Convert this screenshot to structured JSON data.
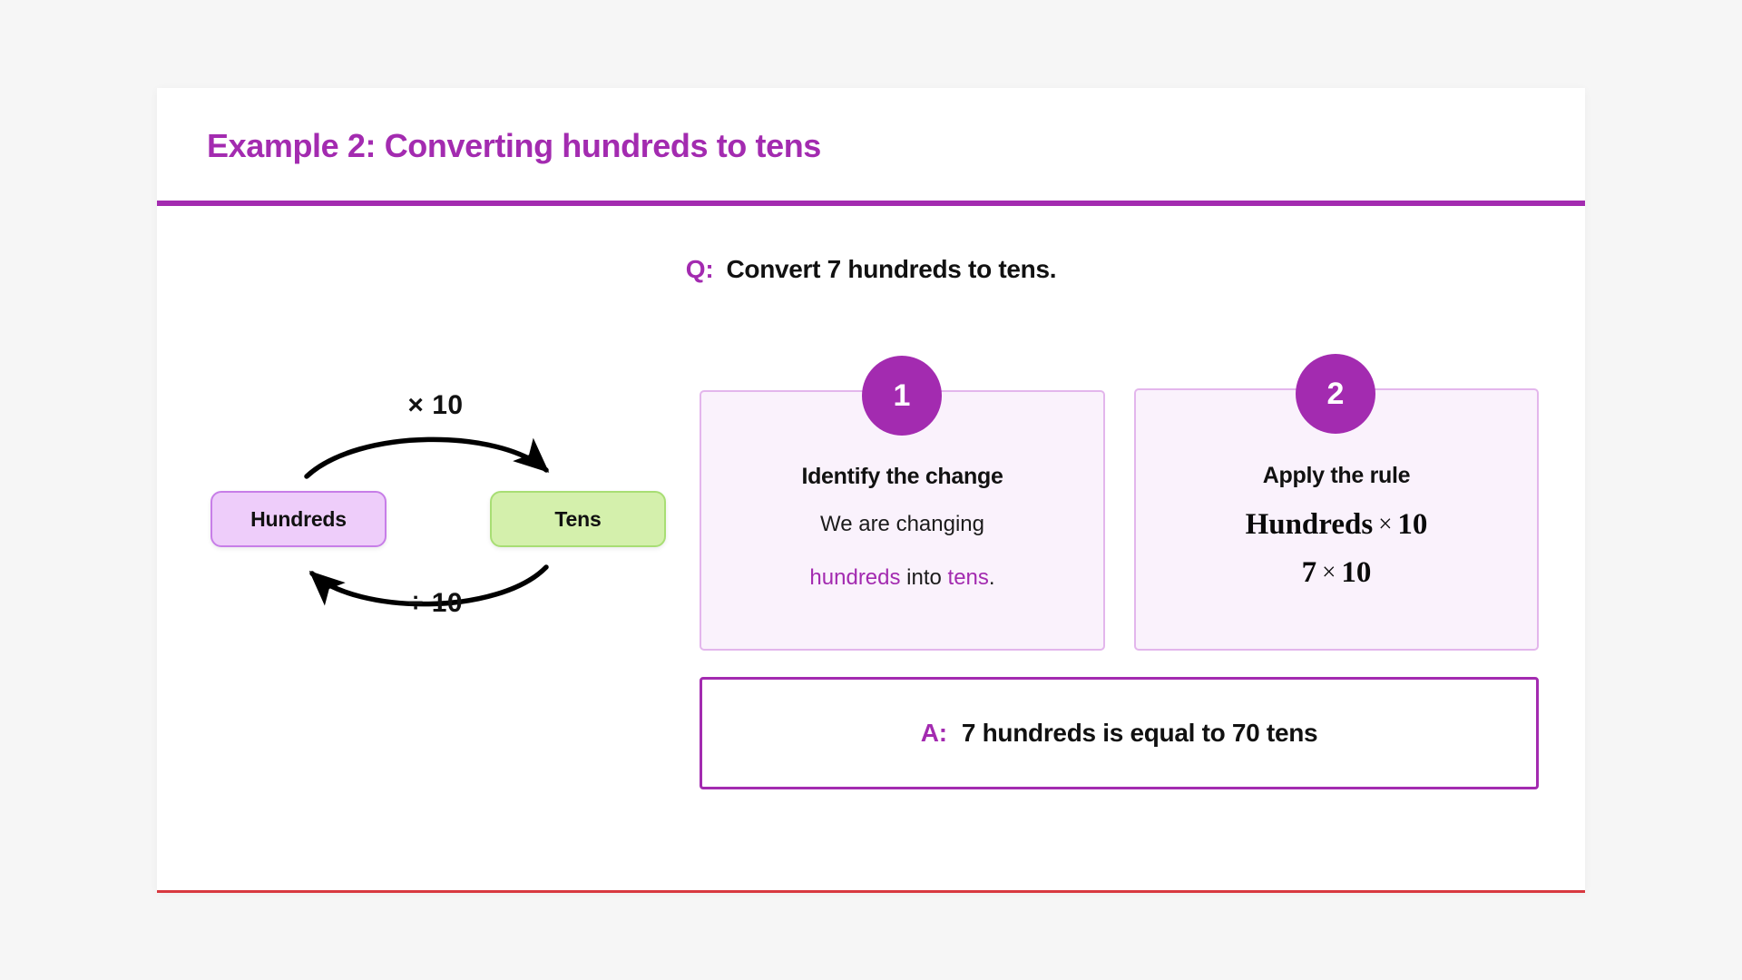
{
  "header": {
    "title": "Example 2: Converting hundreds to tens"
  },
  "question": {
    "tag": "Q:",
    "text": "Convert 7 hundreds to tens."
  },
  "diagram": {
    "from_unit": "Hundreds",
    "to_unit": "Tens",
    "top_operation": "× 10",
    "bottom_operation": "÷ 10",
    "top_arrow_icon": "curved-arrow-right-icon",
    "bottom_arrow_icon": "curved-arrow-left-icon"
  },
  "steps": [
    {
      "number": "1",
      "heading": "Identify the change",
      "body_line1": "We are changing",
      "body_prefix": "",
      "highlight_from": "hundreds",
      "body_middle": " into ",
      "highlight_to": "tens",
      "body_suffix": "."
    },
    {
      "number": "2",
      "heading": "Apply the rule",
      "math_line1_left": "Hundreds",
      "math_line1_op": "×",
      "math_line1_right": "10",
      "math_line2_left": "7",
      "math_line2_op": "×",
      "math_line2_right": "10"
    }
  ],
  "answer": {
    "tag": "A:",
    "text": "7 hundreds is equal to 70 tens"
  },
  "colors": {
    "accent_purple": "#a32bb0",
    "from_box_fill": "#eecdfa",
    "from_box_border": "#c77ee8",
    "to_box_fill": "#d4f0ac",
    "to_box_border": "#a8de74",
    "step_card_fill": "#faf2fc",
    "step_card_border": "#e3b6ec",
    "bottom_rule": "#d8383f",
    "page_background": "#f6f6f6"
  }
}
